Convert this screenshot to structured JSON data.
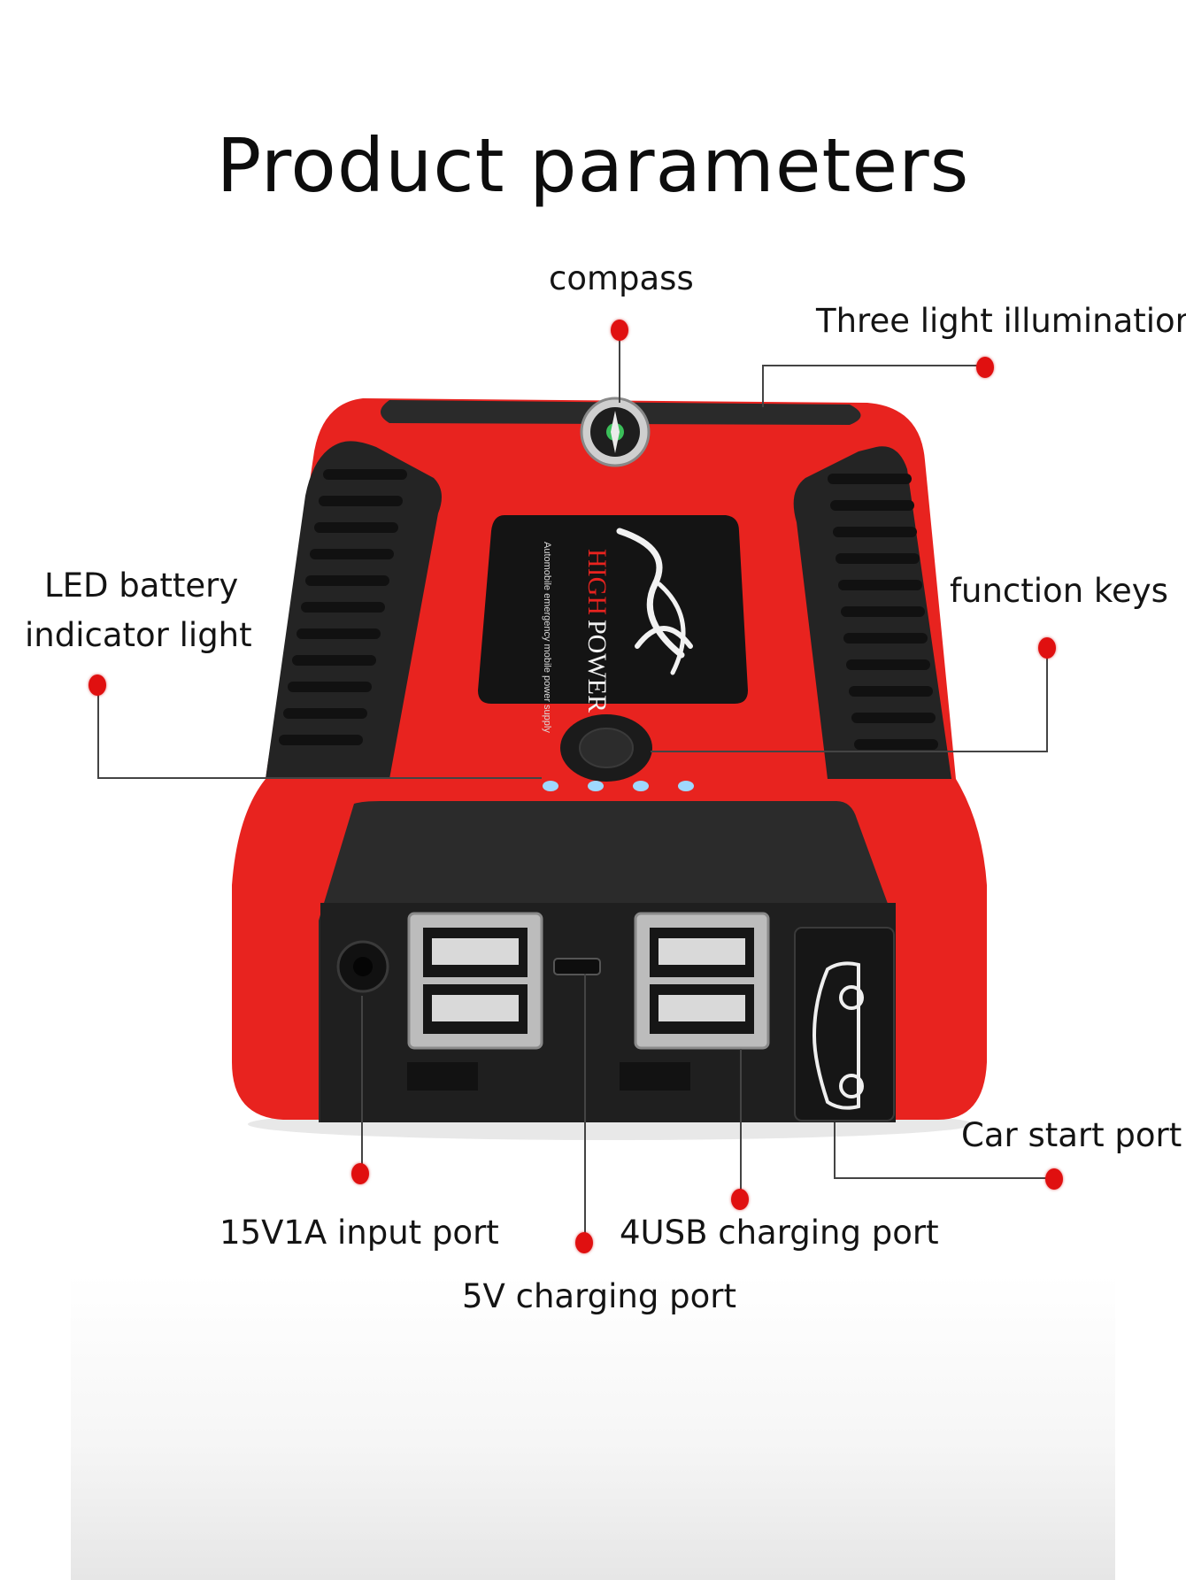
{
  "title": "Product parameters",
  "labels": {
    "compass": "compass",
    "three_light": "Three light illumination",
    "led_battery_line1": "LED battery",
    "led_battery_line2": "indicator light",
    "function_keys": "function keys",
    "car_start": "Car start port",
    "input_port": "15V1A input port",
    "usb_port": "4USB charging port",
    "charging_5v": "5V charging port"
  },
  "device": {
    "brand": "HIGH POWER",
    "brand_high": "HIGH",
    "brand_power": "POWER",
    "subtitle": "Automobile emergency mobile power supply",
    "body_color": "#e8231f",
    "rubber_color": "#222222",
    "led_color": "#9fd8ff",
    "dot_color": "#e01010"
  }
}
